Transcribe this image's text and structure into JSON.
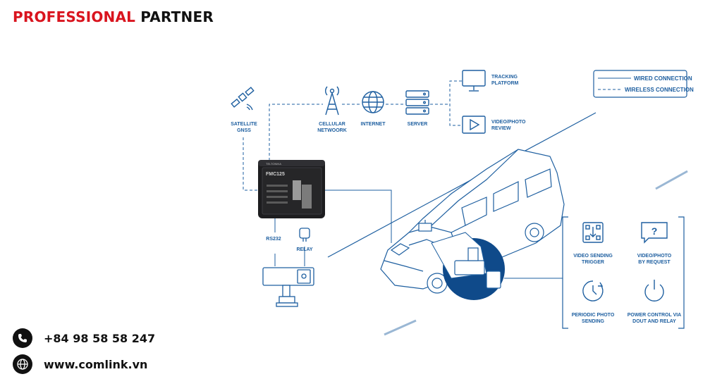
{
  "header": {
    "title_red": "PROFESSIONAL",
    "title_black": "PARTNER"
  },
  "legend": {
    "wired": "WIRED CONNECTION",
    "wireless": "WIRELESS CONNECTION"
  },
  "nodes": {
    "satellite": [
      "SATELLITE",
      "GNSS"
    ],
    "cellular": [
      "CELLULAR",
      "NETWOORK"
    ],
    "internet": "INTERNET",
    "server": "SERVER",
    "tracking": [
      "TRACKING",
      "PLATFORM"
    ],
    "video_review": [
      "VIDEO/PHOTO",
      "REVIEW"
    ],
    "rs232": "RS232",
    "relay": "RELAY"
  },
  "device": {
    "model": "FMC125",
    "brand": "TELTONIKA"
  },
  "features": {
    "video_trigger": [
      "VIDEO SENDING",
      "TRIGGER"
    ],
    "photo_request": [
      "VIDEO/PHOTO",
      "BY REQUEST"
    ],
    "periodic_photo": [
      "PERIODIC PHOTO",
      "SENDING"
    ],
    "power_control": [
      "POWER CONTROL VIA",
      "DOUT AND RELAY"
    ]
  },
  "contact": {
    "phone": "+84 98 58 58 247",
    "website": "www.comlink.vn"
  },
  "icons": [
    "satellite-icon",
    "cell-tower-icon",
    "globe-icon",
    "server-icon",
    "monitor-icon",
    "play-icon",
    "phone-icon",
    "web-icon"
  ],
  "colors": {
    "accent": "#1e5fa0",
    "brand_red": "#d9141e",
    "camera_bg": "#0f4a8a"
  }
}
